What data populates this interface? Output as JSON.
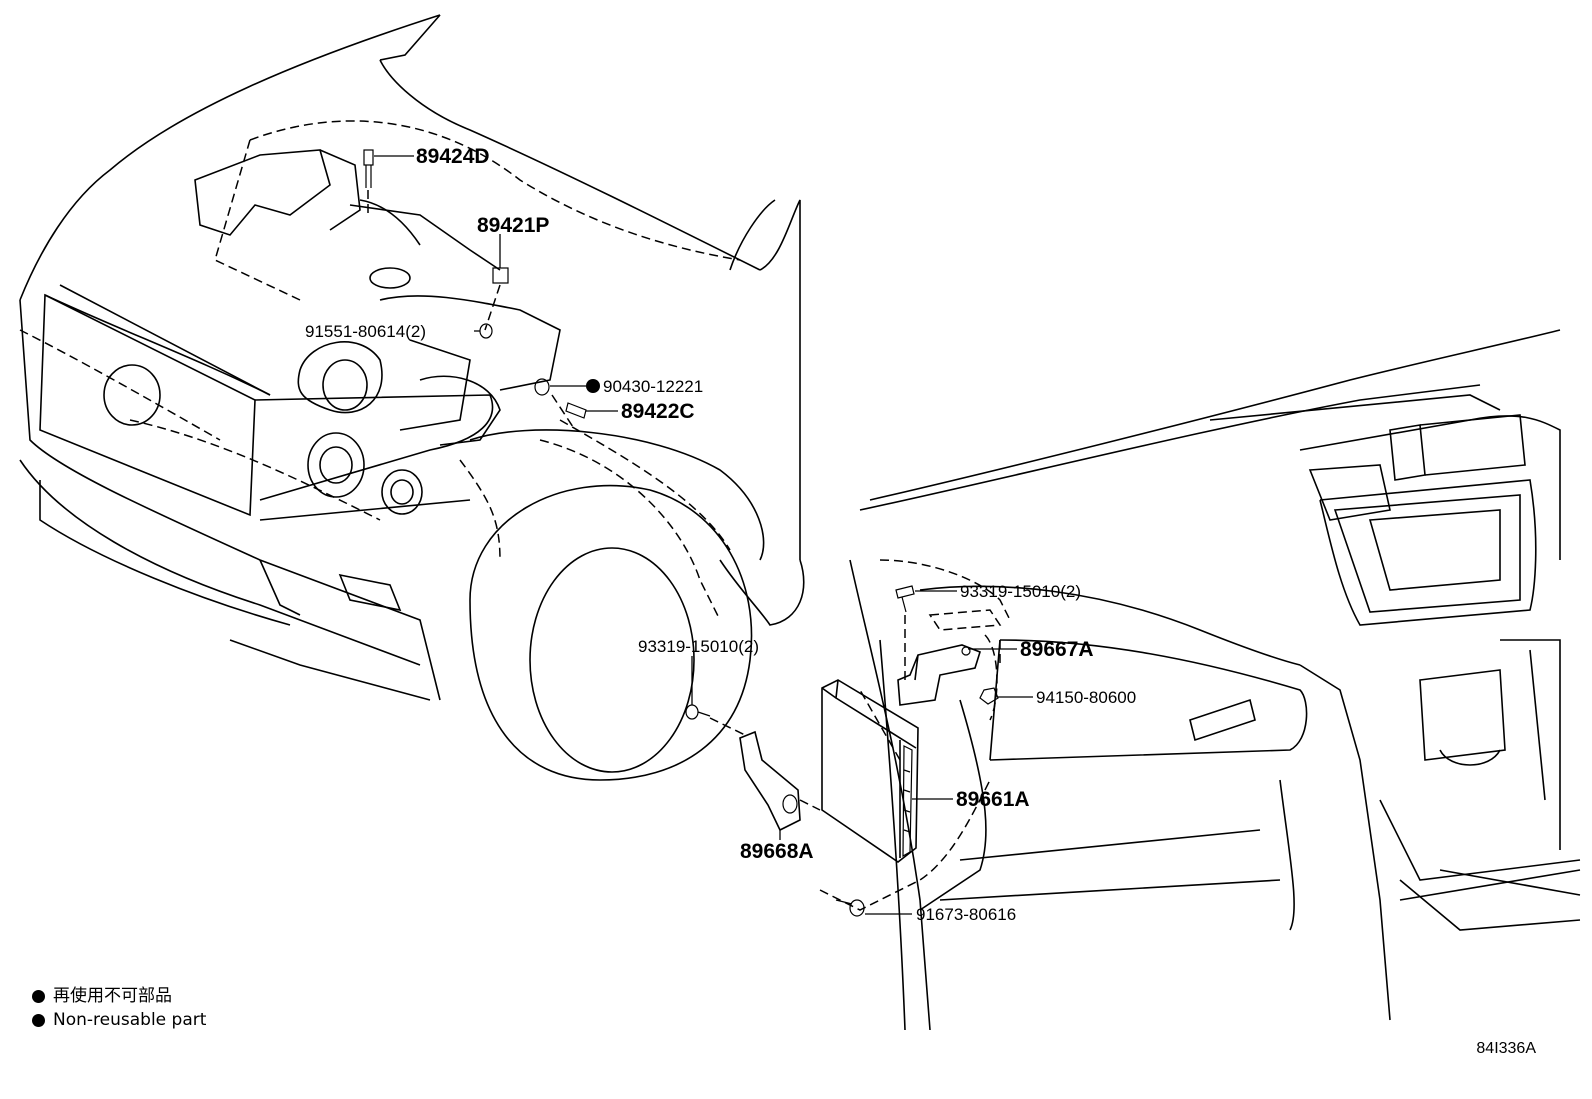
{
  "callouts": [
    {
      "id": "89424D",
      "text": "89424D"
    },
    {
      "id": "89421P",
      "text": "89421P"
    },
    {
      "id": "91551-80614",
      "text": "91551-80614(2)"
    },
    {
      "id": "90430-12221",
      "text": "90430-12221",
      "non_reusable": true
    },
    {
      "id": "89422C",
      "text": "89422C"
    },
    {
      "id": "93319-15010-a",
      "text": "93319-15010(2)"
    },
    {
      "id": "89667A",
      "text": "89667A"
    },
    {
      "id": "93319-15010-b",
      "text": "93319-15010(2)"
    },
    {
      "id": "94150-80600",
      "text": "94150-80600"
    },
    {
      "id": "89661A",
      "text": "89661A"
    },
    {
      "id": "89668A",
      "text": "89668A"
    },
    {
      "id": "91673-80616",
      "text": "91673-80616"
    }
  ],
  "legend": {
    "line1": "再使用不可部品",
    "line2": "Non-reusable part"
  },
  "diagram_code": "84I336A"
}
